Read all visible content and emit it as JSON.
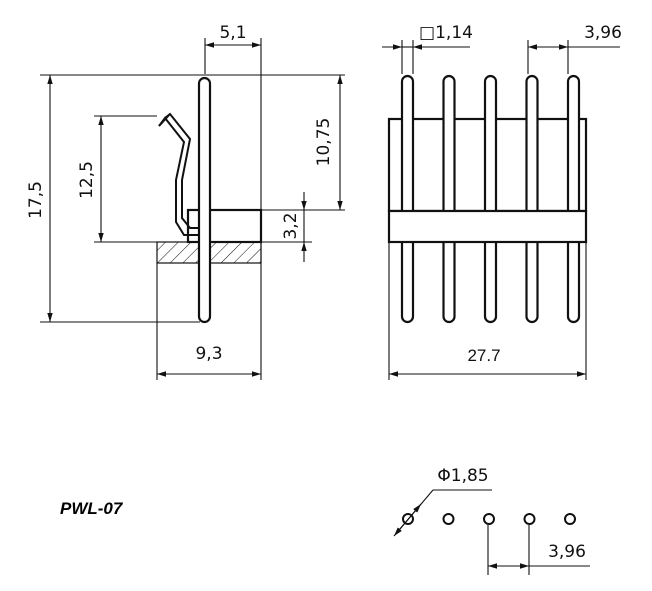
{
  "part_number": "PWL-07",
  "dimensions": {
    "side_top_width": "5,1",
    "total_height": "17,5",
    "bent_pin_height": "12,5",
    "upper_pin_length": "10,75",
    "body_height": "3,2",
    "side_width": "9,3",
    "pin_square": "□1,14",
    "pitch_top": "3,96",
    "front_width": "27.7",
    "hole_diameter": "Φ1,85",
    "hole_pitch": "3,96"
  },
  "pin_count": 5
}
